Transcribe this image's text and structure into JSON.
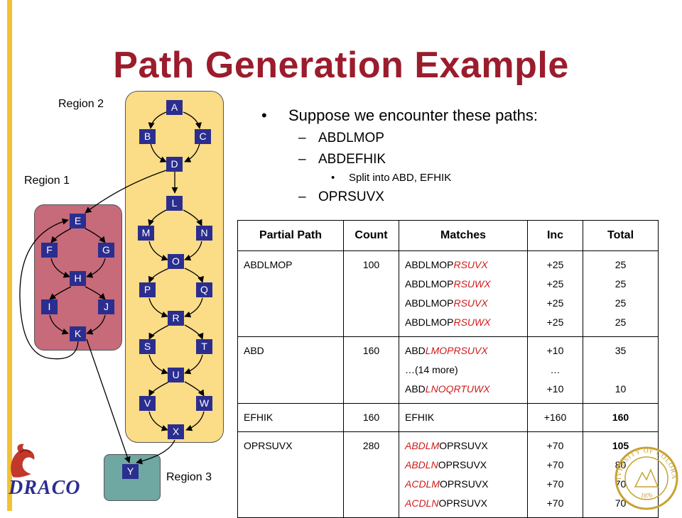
{
  "slide": {
    "title": "Path Generation Example"
  },
  "regions": {
    "region1": "Region 1",
    "region2": "Region 2",
    "region3": "Region 3"
  },
  "nodes": {
    "A": "A",
    "B": "B",
    "C": "C",
    "D": "D",
    "E": "E",
    "F": "F",
    "G": "G",
    "H": "H",
    "I": "I",
    "J": "J",
    "K": "K",
    "L": "L",
    "M": "M",
    "N": "N",
    "O": "O",
    "P": "P",
    "Q": "Q",
    "R": "R",
    "S": "S",
    "T": "T",
    "U": "U",
    "V": "V",
    "W": "W",
    "X": "X",
    "Y": "Y"
  },
  "bullets": {
    "main": "Suppose we encounter these paths:",
    "path1": "ABDLMOP",
    "path2": "ABDEFHIK",
    "split_note": "Split into ABD, EFHIK",
    "path3": "OPRSUVX"
  },
  "table": {
    "headers": [
      "Partial Path",
      "Count",
      "Matches",
      "Inc",
      "Total"
    ],
    "rows": [
      {
        "partial": "ABDLMOP",
        "count": "100",
        "matches": [
          {
            "a": "ABDLMOP",
            "b": "RSUVX",
            "c": ""
          },
          {
            "a": "ABDLMOP",
            "b": "RSUWX",
            "c": ""
          },
          {
            "a": "ABDLMOP",
            "b": "RSUVX",
            "c": ""
          },
          {
            "a": "ABDLMOP",
            "b": "RSUWX",
            "c": ""
          }
        ],
        "inc": [
          "+25",
          "+25",
          "+25",
          "+25"
        ],
        "total": [
          "25",
          "25",
          "25",
          "25"
        ]
      },
      {
        "partial": "ABD",
        "count": "160",
        "matches": [
          {
            "a": "ABD",
            "b": "LMOPRSUVX",
            "c": ""
          },
          {
            "a": "…(14 more)",
            "b": "",
            "c": ""
          },
          {
            "a": "ABD",
            "b": "LNOQRTUWX",
            "c": ""
          }
        ],
        "inc": [
          "+10",
          "…",
          "+10"
        ],
        "total": [
          "35",
          "",
          "10"
        ]
      },
      {
        "partial": "EFHIK",
        "count": "160",
        "matches": [
          {
            "a": "EFHIK",
            "b": "",
            "c": ""
          }
        ],
        "inc": [
          "+160"
        ],
        "total": [
          "160"
        ]
      },
      {
        "partial": "OPRSUVX",
        "count": "280",
        "matches": [
          {
            "a": "",
            "b": "ABDLM",
            "c": "OPRSUVX"
          },
          {
            "a": "",
            "b": "ABDLN",
            "c": "OPRSUVX"
          },
          {
            "a": "",
            "b": "ACDLM",
            "c": "OPRSUVX"
          },
          {
            "a": "",
            "b": "ACDLN",
            "c": "OPRSUVX"
          }
        ],
        "inc": [
          "+70",
          "+70",
          "+70",
          "+70"
        ],
        "total": [
          "105",
          "80",
          "70",
          "70"
        ]
      }
    ]
  },
  "logo": {
    "text": "DRACO"
  },
  "seal": {
    "text": "UNIVERSITY OF COLORADO",
    "year": "1876"
  },
  "colors": {
    "title": "#9b1c2c",
    "node": "#2b2e8f",
    "region1": "#c76a7a",
    "region2": "#fbdc87",
    "region3": "#6fa7a2",
    "highlight": "#d11a1a",
    "side_bar": "#f2c230",
    "seal": "#c8a233"
  }
}
